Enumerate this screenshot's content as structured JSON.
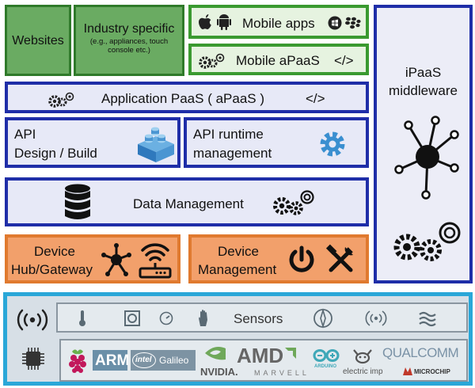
{
  "apps": {
    "websites": "Websites",
    "industry_title": "Industry specific",
    "industry_sub": "(e.g., appliances, touch console etc.)",
    "mobile_apps": "Mobile apps",
    "mobile_apaas": "Mobile aPaaS"
  },
  "ipaas": {
    "line1": "iPaaS",
    "line2": "middleware"
  },
  "apaas": {
    "label": "Application PaaS ( aPaaS )",
    "code_symbol": "</>"
  },
  "api": {
    "design_line1": "API",
    "design_line2": "Design / Build",
    "runtime_line1": "API runtime",
    "runtime_line2": "management"
  },
  "data": {
    "label": "Data Management"
  },
  "device": {
    "hub_line1": "Device",
    "hub_line2": "Hub/Gateway",
    "mgmt_line1": "Device",
    "mgmt_line2": "Management"
  },
  "sensors": {
    "label": "Sensors"
  },
  "vendors": {
    "arm": "ARM",
    "intel": "intel",
    "galileo": "Galileo",
    "nvidia": "NVIDIA.",
    "amd": "AMD",
    "marvell": "MARVELL",
    "arduino": "ARDUINO",
    "electric_imp": "electric imp",
    "qualcomm": "QUALCOMM",
    "microchip": "MICROCHIP"
  },
  "colors": {
    "green": "#6aab62",
    "blue_border": "#1f2ea8",
    "orange": "#f2a06b",
    "cyan_border": "#2aa7d8",
    "icon_blue": "#3a8fd0"
  }
}
